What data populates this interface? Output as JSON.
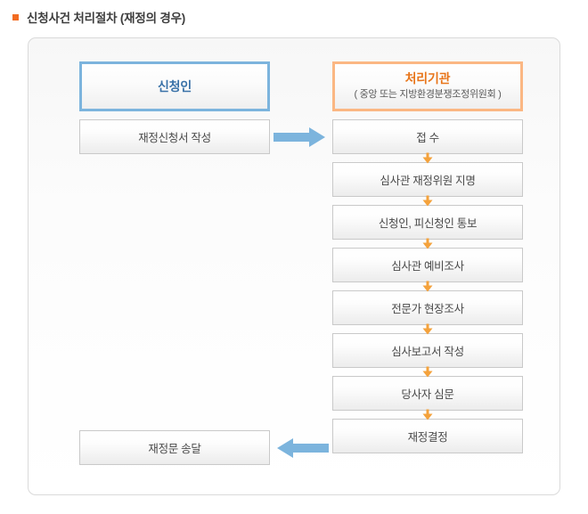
{
  "page": {
    "title": "신청사건 처리절차 (재정의 경우)",
    "bullet_icon": "orange-square-bullet"
  },
  "colors": {
    "accent_orange": "#f26c22",
    "header_blue_border": "#7cb4dd",
    "header_orange_border": "#fbb783",
    "title_blue": "#3a72a8",
    "title_orange": "#e8751a",
    "arrow_orange": "#f4a23c",
    "arrow_blue": "#7cb4dd",
    "box_border": "#c9c9c9",
    "panel_border": "#dadada"
  },
  "diagram": {
    "type": "flowchart",
    "columns": [
      {
        "id": "applicant",
        "header": {
          "title": "신청인",
          "subtitle": ""
        },
        "steps": [
          {
            "id": "left-step-1",
            "label": "재정신청서 작성"
          },
          {
            "id": "left-step-2",
            "label": "재정문 송달"
          }
        ]
      },
      {
        "id": "handling-agency",
        "header": {
          "title": "처리기관",
          "subtitle": "( 중앙 또는 지방환경분쟁조정위원회 )"
        },
        "steps": [
          {
            "id": "right-step-1",
            "label": "접 수"
          },
          {
            "id": "right-step-2",
            "label": "심사관 재정위원 지명"
          },
          {
            "id": "right-step-3",
            "label": "신청인, 피신청인 통보"
          },
          {
            "id": "right-step-4",
            "label": "심사관 예비조사"
          },
          {
            "id": "right-step-5",
            "label": "전문가 현장조사"
          },
          {
            "id": "right-step-6",
            "label": "심사보고서 작성"
          },
          {
            "id": "right-step-7",
            "label": "당사자 심문"
          },
          {
            "id": "right-step-8",
            "label": "재정결정"
          }
        ]
      }
    ],
    "connectors": [
      {
        "id": "connector-apply",
        "icon": "arrow-right-icon",
        "direction": "right",
        "from": "재정신청서 작성",
        "to": "접 수",
        "color": "#7cb4dd"
      },
      {
        "id": "connector-deliver",
        "icon": "arrow-left-icon",
        "direction": "left",
        "from": "재정결정",
        "to": "재정문 송달",
        "color": "#7cb4dd"
      },
      {
        "id": "connector-down-1",
        "icon": "arrow-down-icon",
        "direction": "down",
        "from": "접 수",
        "to": "심사관 재정위원 지명",
        "color": "#f4a23c"
      },
      {
        "id": "connector-down-2",
        "icon": "arrow-down-icon",
        "direction": "down",
        "from": "심사관 재정위원 지명",
        "to": "신청인, 피신청인 통보",
        "color": "#f4a23c"
      },
      {
        "id": "connector-down-3",
        "icon": "arrow-down-icon",
        "direction": "down",
        "from": "신청인, 피신청인 통보",
        "to": "심사관 예비조사",
        "color": "#f4a23c"
      },
      {
        "id": "connector-down-4",
        "icon": "arrow-down-icon",
        "direction": "down",
        "from": "심사관 예비조사",
        "to": "전문가 현장조사",
        "color": "#f4a23c"
      },
      {
        "id": "connector-down-5",
        "icon": "arrow-down-icon",
        "direction": "down",
        "from": "전문가 현장조사",
        "to": "심사보고서 작성",
        "color": "#f4a23c"
      },
      {
        "id": "connector-down-6",
        "icon": "arrow-down-icon",
        "direction": "down",
        "from": "심사보고서 작성",
        "to": "당사자 심문",
        "color": "#f4a23c"
      },
      {
        "id": "connector-down-7",
        "icon": "arrow-down-icon",
        "direction": "down",
        "from": "당사자 심문",
        "to": "재정결정",
        "color": "#f4a23c"
      }
    ]
  }
}
